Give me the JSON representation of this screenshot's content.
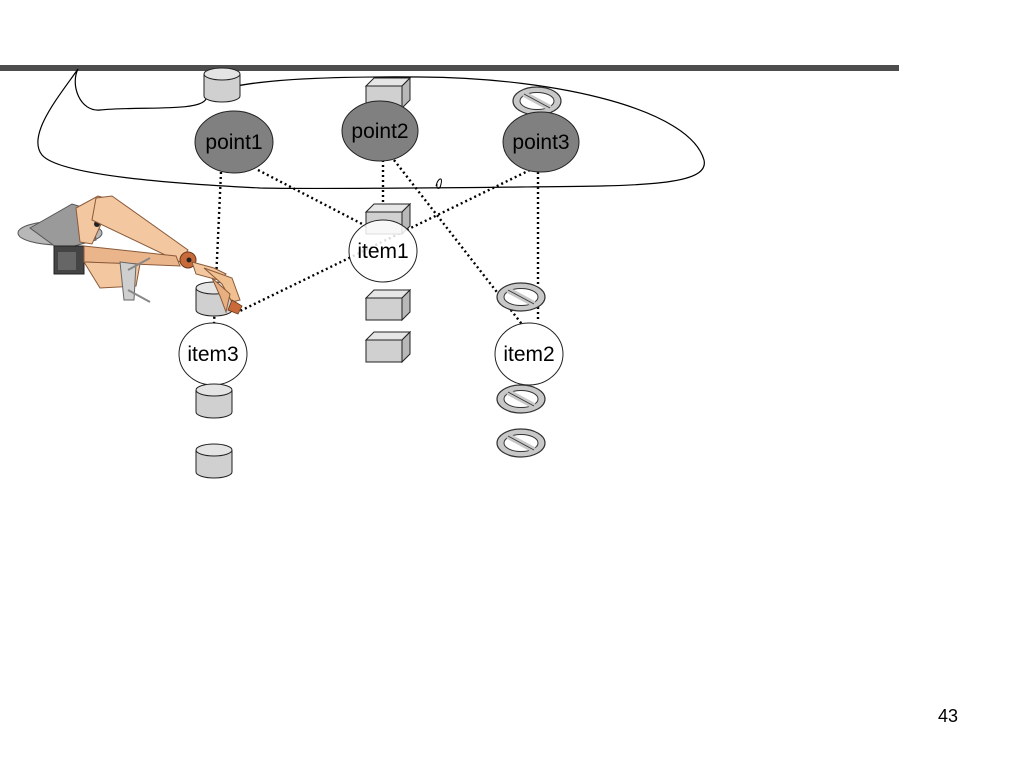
{
  "slide": {
    "page_number": "43",
    "rule_color": "#4d4d4d"
  },
  "points": [
    {
      "id": "point1",
      "label": "point1",
      "fill": "#808080",
      "holds": "cylinder"
    },
    {
      "id": "point2",
      "label": "point2",
      "fill": "#808080",
      "holds": "box"
    },
    {
      "id": "point3",
      "label": "point3",
      "fill": "#808080",
      "holds": "no-sign"
    }
  ],
  "items": [
    {
      "id": "item1",
      "label": "item1",
      "fill": "#ffffff",
      "stack": "box"
    },
    {
      "id": "item2",
      "label": "item2",
      "fill": "#ffffff",
      "stack": "no-sign"
    },
    {
      "id": "item3",
      "label": "item3",
      "fill": "#ffffff",
      "stack": "cylinder"
    }
  ],
  "links": [
    {
      "from": "point1",
      "to": "item3"
    },
    {
      "from": "point1",
      "to": "item1"
    },
    {
      "from": "point2",
      "to": "item1"
    },
    {
      "from": "point2",
      "to": "item2"
    },
    {
      "from": "point3",
      "to": "item2"
    },
    {
      "from": "point3",
      "to": "item3"
    }
  ],
  "icons": {
    "object_shapes": [
      "cylinder-icon",
      "box-icon",
      "no-sign-icon"
    ],
    "robot": "robot-arm-icon",
    "object_fill": "#d0d0d0",
    "robot_colors": [
      "#f3c8a0",
      "#c96a3a",
      "#9a9a9a"
    ]
  }
}
